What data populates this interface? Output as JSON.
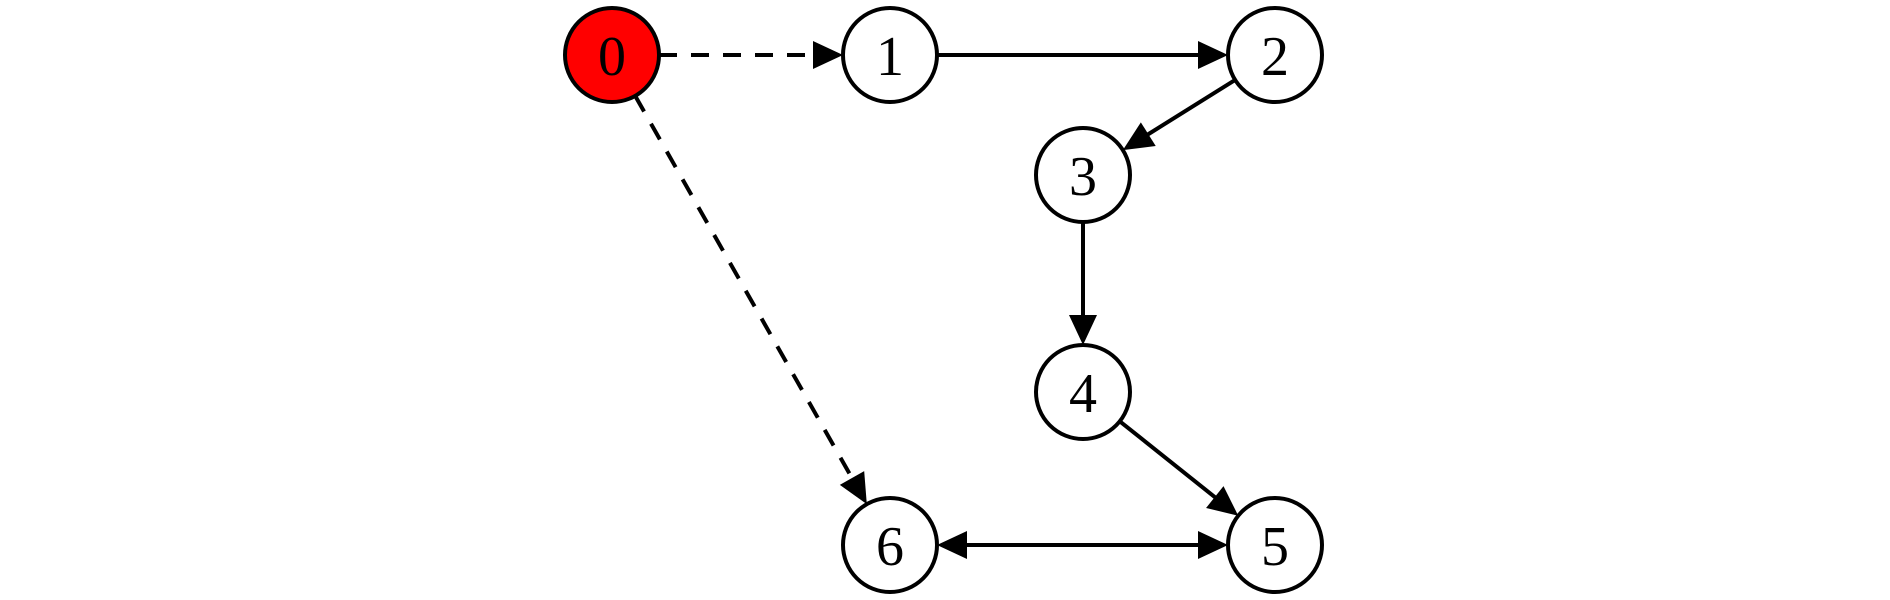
{
  "diagram": {
    "type": "directed-graph",
    "colors": {
      "highlight_fill": "#ff0000",
      "default_fill": "#ffffff",
      "stroke": "#000000"
    },
    "nodes": [
      {
        "id": "0",
        "label": "0",
        "highlighted": true
      },
      {
        "id": "1",
        "label": "1",
        "highlighted": false
      },
      {
        "id": "2",
        "label": "2",
        "highlighted": false
      },
      {
        "id": "3",
        "label": "3",
        "highlighted": false
      },
      {
        "id": "4",
        "label": "4",
        "highlighted": false
      },
      {
        "id": "5",
        "label": "5",
        "highlighted": false
      },
      {
        "id": "6",
        "label": "6",
        "highlighted": false
      }
    ],
    "edges": [
      {
        "from": "0",
        "to": "1",
        "style": "dashed",
        "direction": "forward"
      },
      {
        "from": "0",
        "to": "6",
        "style": "dashed",
        "direction": "forward"
      },
      {
        "from": "1",
        "to": "2",
        "style": "solid",
        "direction": "forward"
      },
      {
        "from": "2",
        "to": "3",
        "style": "solid",
        "direction": "forward"
      },
      {
        "from": "3",
        "to": "4",
        "style": "solid",
        "direction": "forward"
      },
      {
        "from": "4",
        "to": "5",
        "style": "solid",
        "direction": "forward"
      },
      {
        "from": "6",
        "to": "5",
        "style": "solid",
        "direction": "both"
      }
    ]
  }
}
